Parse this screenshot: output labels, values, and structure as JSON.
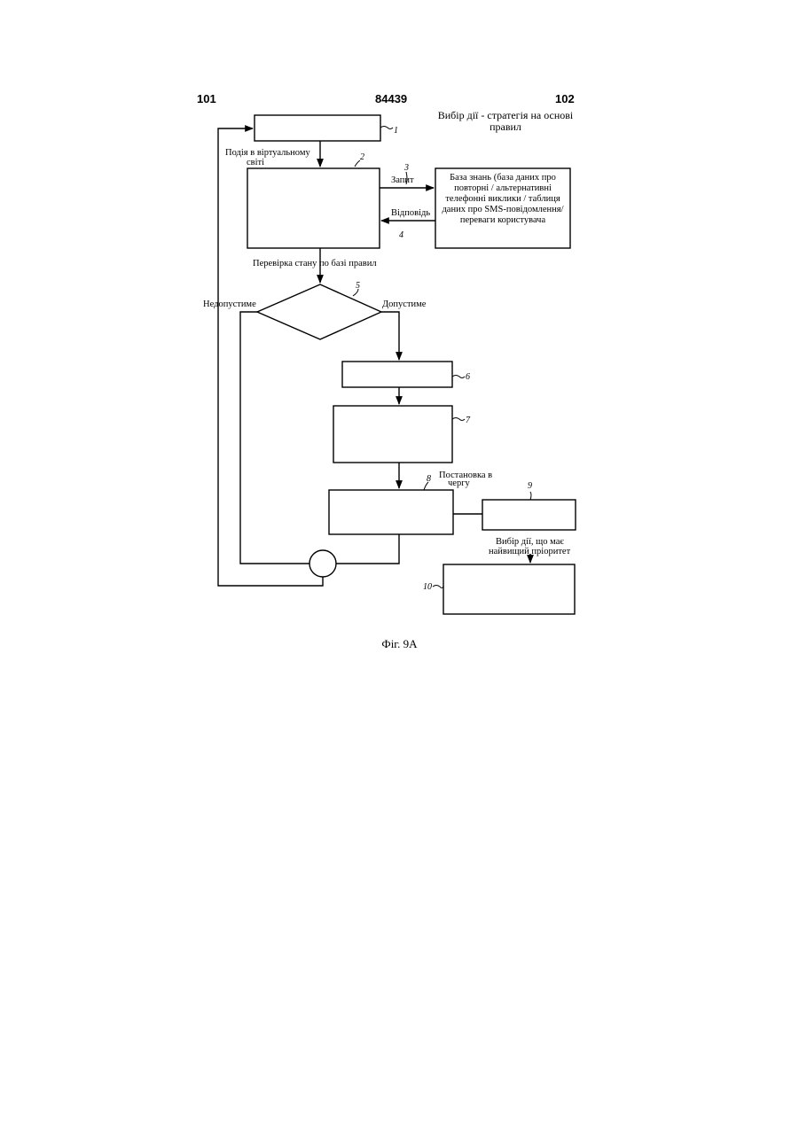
{
  "header": {
    "left_page": "101",
    "doc_number": "84439",
    "right_page": "102"
  },
  "title": "Вибір дії - стратегія на основі правил",
  "labels": {
    "event_line1": "Подія в віртуальному",
    "event_line2": "світі",
    "request": "Запит",
    "response": "Відповідь",
    "knowledge_base": "База знань (база даних про повторні / альтернативні телефонні виклики / таблиця даних про SMS-повідомлення/переваги користувача",
    "check": "Перевірка стану по базі правил",
    "invalid": "Недопустиме",
    "valid": "Допустиме",
    "queue_line1": "Постановка в",
    "queue_line2": "чергу",
    "select_line1": "Вибір дії, що має",
    "select_line2": "найвищий пріоритет"
  },
  "refs": {
    "r1": "1",
    "r2": "2",
    "r3": "3",
    "r4": "4",
    "r5": "5",
    "r6": "6",
    "r7": "7",
    "r8": "8",
    "r9": "9",
    "r10": "10"
  },
  "caption": "Фіг. 9A"
}
